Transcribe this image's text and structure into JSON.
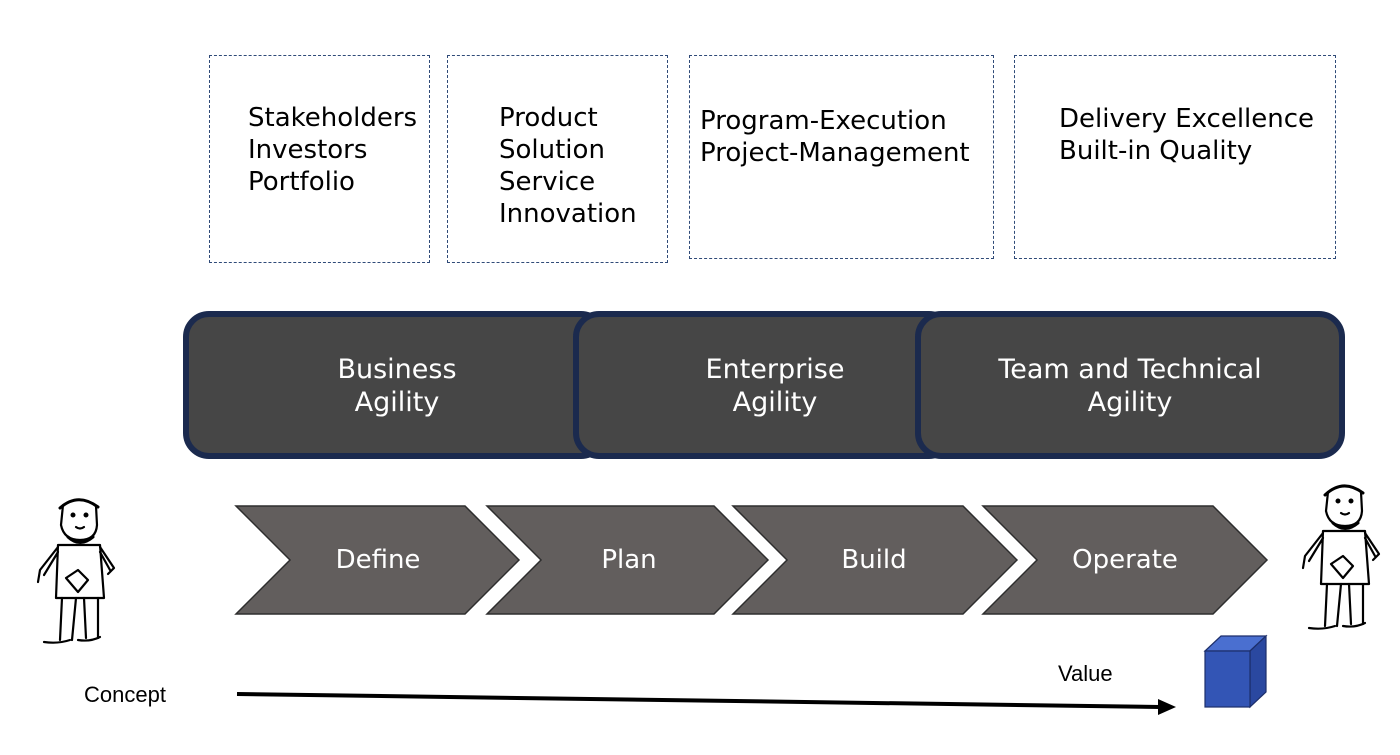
{
  "role_boxes": [
    {
      "lines": [
        "Stakeholders",
        "Investors",
        "Portfolio"
      ]
    },
    {
      "lines": [
        "Product",
        "Solution",
        "Service",
        "Innovation"
      ]
    },
    {
      "lines": [
        "Program-Execution",
        "Project-Management"
      ]
    },
    {
      "lines": [
        "Delivery Excellence",
        "Built-in Quality"
      ]
    }
  ],
  "agility_bands": [
    {
      "lines": [
        "Business",
        "Agility"
      ]
    },
    {
      "lines": [
        "Enterprise",
        "Agility"
      ]
    },
    {
      "lines": [
        "Team and Technical",
        "Agility"
      ]
    }
  ],
  "stages": [
    "Define",
    "Plan",
    "Build",
    "Operate"
  ],
  "timeline": {
    "start_label": "Concept",
    "end_label": "Value"
  },
  "colors": {
    "band_fill": "#464646",
    "band_border": "#1b2a4e",
    "chevron_fill": "#625e5d",
    "box_border": "#2f4a78",
    "value_cube": "#3355b5"
  }
}
